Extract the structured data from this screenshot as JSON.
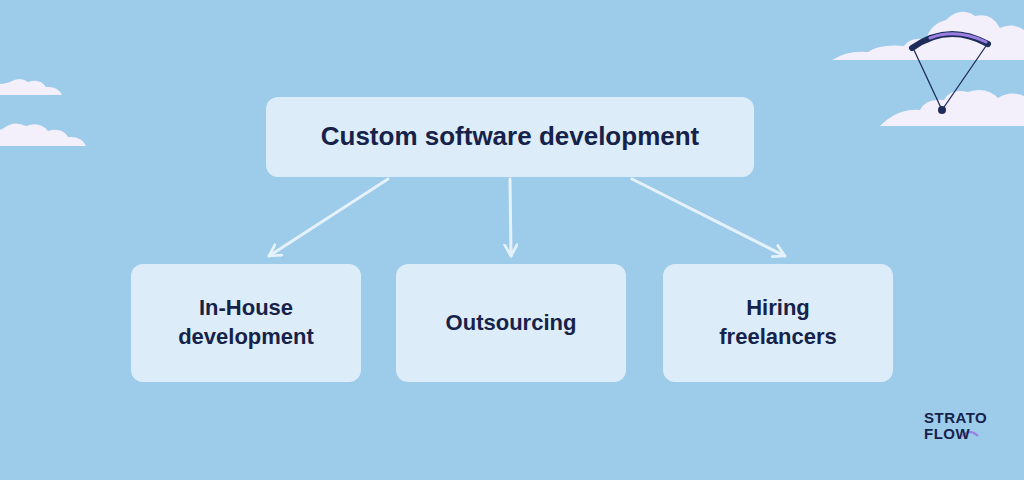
{
  "diagram": {
    "nodes": [
      {
        "text": [
          "Custom software development"
        ]
      },
      {
        "text": [
          "In-House development"
        ]
      },
      {
        "text": [
          "Outsourcing"
        ]
      },
      {
        "text": [
          "Hiring freelancers"
        ]
      }
    ],
    "edges": [
      {
        "from": 0,
        "to": 1,
        "arrow": "to"
      },
      {
        "from": 0,
        "to": 2,
        "arrow": "to"
      },
      {
        "from": 0,
        "to": 3,
        "arrow": "to"
      }
    ],
    "labels": [
      "STRATO FLOW"
    ]
  }
}
